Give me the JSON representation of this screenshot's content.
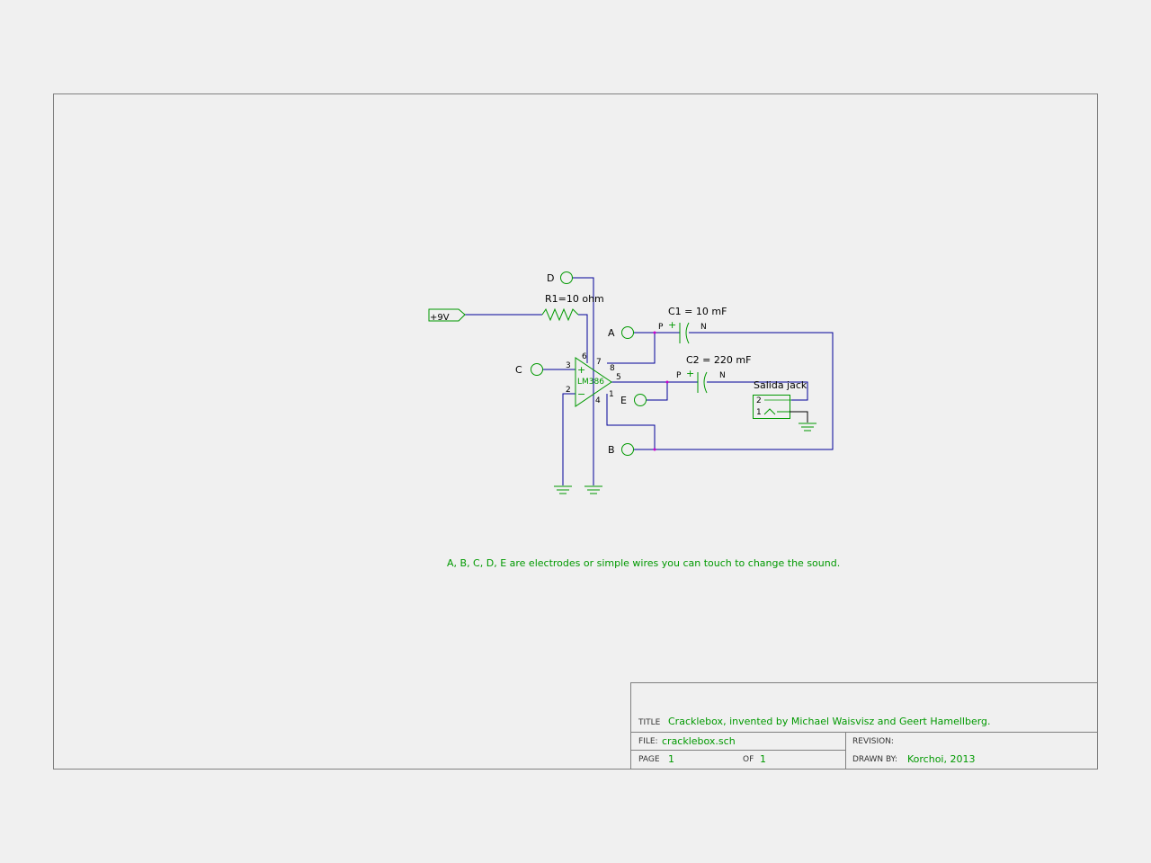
{
  "schematic": {
    "nets": {
      "supply": "+9V"
    },
    "electrodes": {
      "a": "A",
      "b": "B",
      "c": "C",
      "d": "D",
      "e": "E"
    },
    "resistor": {
      "label": "R1=10 ohm"
    },
    "opamp": {
      "name": "LM386",
      "pins": {
        "p1": "1",
        "p2": "2",
        "p3": "3",
        "p4": "4",
        "p5": "5",
        "p6": "6",
        "p7": "7",
        "p8": "8"
      },
      "plus": "+",
      "minus": "−"
    },
    "c1": {
      "label": "C1 = 10 mF",
      "p": "P",
      "n": "N",
      "plus": "+"
    },
    "c2": {
      "label": "C2 = 220 mF",
      "p": "P",
      "n": "N",
      "plus": "+"
    },
    "jack": {
      "label": "Salida jack",
      "pin2": "2",
      "pin1": "1"
    },
    "note": "A, B, C, D, E are electrodes or simple wires you can touch to change the sound."
  },
  "title_block": {
    "title_key": "TITLE",
    "title": "Cracklebox, invented by Michael Waisvisz and Geert Hamellberg.",
    "file_key": "FILE:",
    "file": "cracklebox.sch",
    "revision_key": "REVISION:",
    "revision": "",
    "page_key": "PAGE",
    "page": "1",
    "of_key": "OF",
    "of": "1",
    "drawn_key": "DRAWN BY:",
    "drawn_by": "Korchoi, 2013"
  },
  "colors": {
    "background": "#f0f0f0",
    "wire": "#000099",
    "component": "#009900",
    "frame": "#808080"
  }
}
